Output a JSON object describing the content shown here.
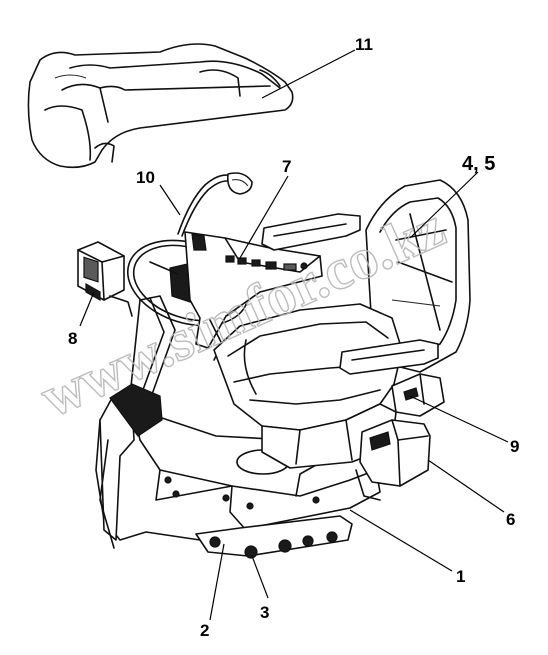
{
  "callouts": {
    "c1": "1",
    "c2": "2",
    "c3": "3",
    "c45": "4, 5",
    "c6": "6",
    "c7": "7",
    "c8": "8",
    "c9": "9",
    "c10": "10",
    "c11": "11"
  },
  "watermark": "www.simfor.co.kz",
  "colors": {
    "line": "#111111",
    "watermark": "#b5b5b5",
    "background": "#ffffff"
  }
}
